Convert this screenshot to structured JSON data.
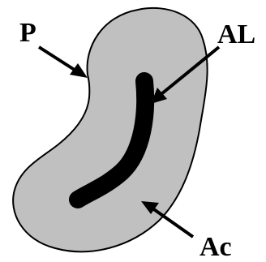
{
  "labels": {
    "p": "P",
    "al": "AL",
    "ac": "Ac"
  },
  "colors": {
    "body_fill": "#c0c0c0",
    "outline": "#000000",
    "inner_band": "#000000",
    "background": "#ffffff"
  }
}
